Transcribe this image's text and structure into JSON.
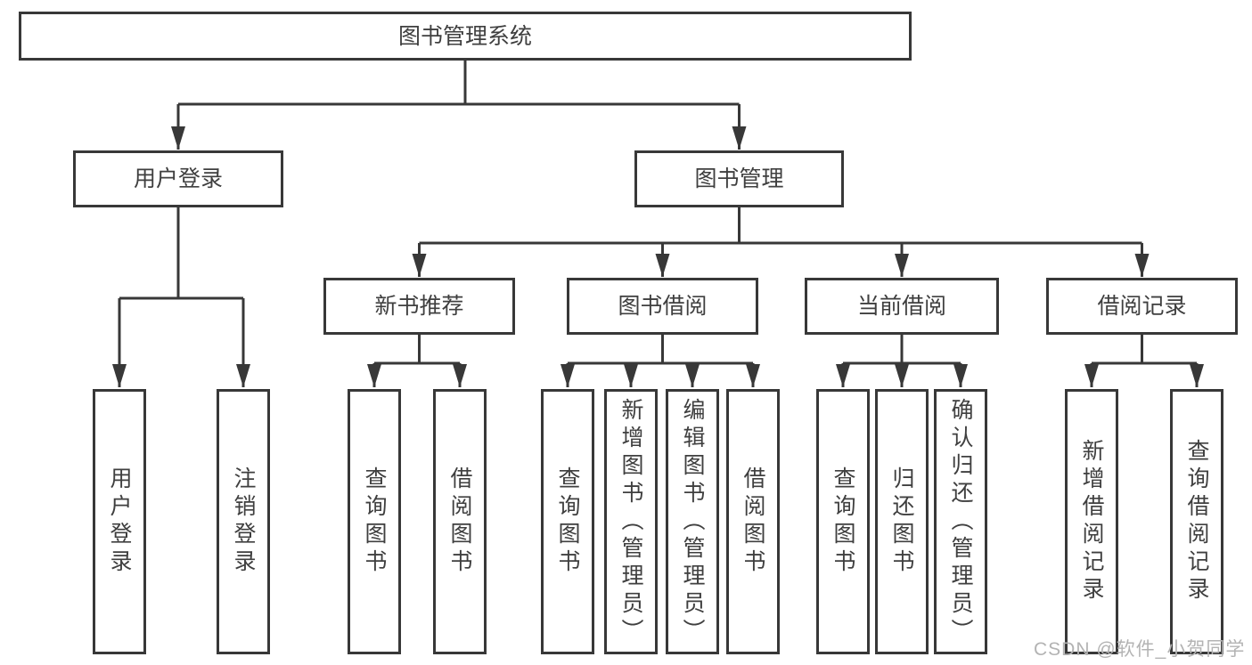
{
  "diagram": {
    "root": {
      "label": "图书管理系统"
    },
    "level2": [
      {
        "label": "用户登录",
        "children": [
          {
            "label": "用户登录"
          },
          {
            "label": "注销登录"
          }
        ]
      },
      {
        "label": "图书管理",
        "children": [
          {
            "label": "新书推荐",
            "children": [
              {
                "label": "查询图书"
              },
              {
                "label": "借阅图书"
              }
            ]
          },
          {
            "label": "图书借阅",
            "children": [
              {
                "label": "查询图书"
              },
              {
                "label": "新增图书（管理员）"
              },
              {
                "label": "编辑图书（管理员）"
              },
              {
                "label": "借阅图书"
              }
            ]
          },
          {
            "label": "当前借阅",
            "children": [
              {
                "label": "查询图书"
              },
              {
                "label": "归还图书"
              },
              {
                "label": "确认归还（管理员）"
              }
            ]
          },
          {
            "label": "借阅记录",
            "children": [
              {
                "label": "新增借阅记录"
              },
              {
                "label": "查询借阅记录"
              }
            ]
          }
        ]
      }
    ]
  },
  "watermark": {
    "text": "CSDN @软件_小贺同学"
  },
  "colors": {
    "line": "#383838",
    "box_border": "#383838",
    "text": "#3f3f3f",
    "background": "#ffffff",
    "watermark": "#b3b3b3"
  }
}
